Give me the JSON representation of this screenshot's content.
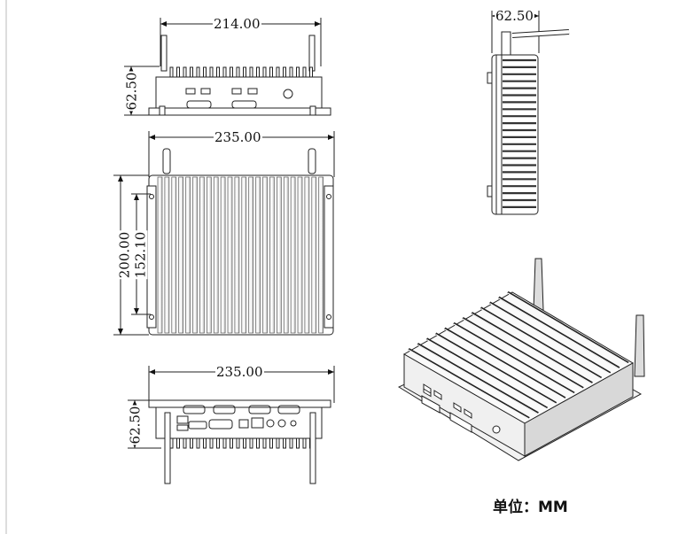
{
  "dimensions": {
    "top_view_width": "214.00",
    "top_view_height": "62.50",
    "main_view_width": "235.00",
    "main_view_height": "200.00",
    "main_view_inner_height": "152.10",
    "bottom_view_width": "235.00",
    "bottom_view_height": "62.50",
    "side_view_depth": "62.50"
  },
  "unit_label": "单位：MM"
}
